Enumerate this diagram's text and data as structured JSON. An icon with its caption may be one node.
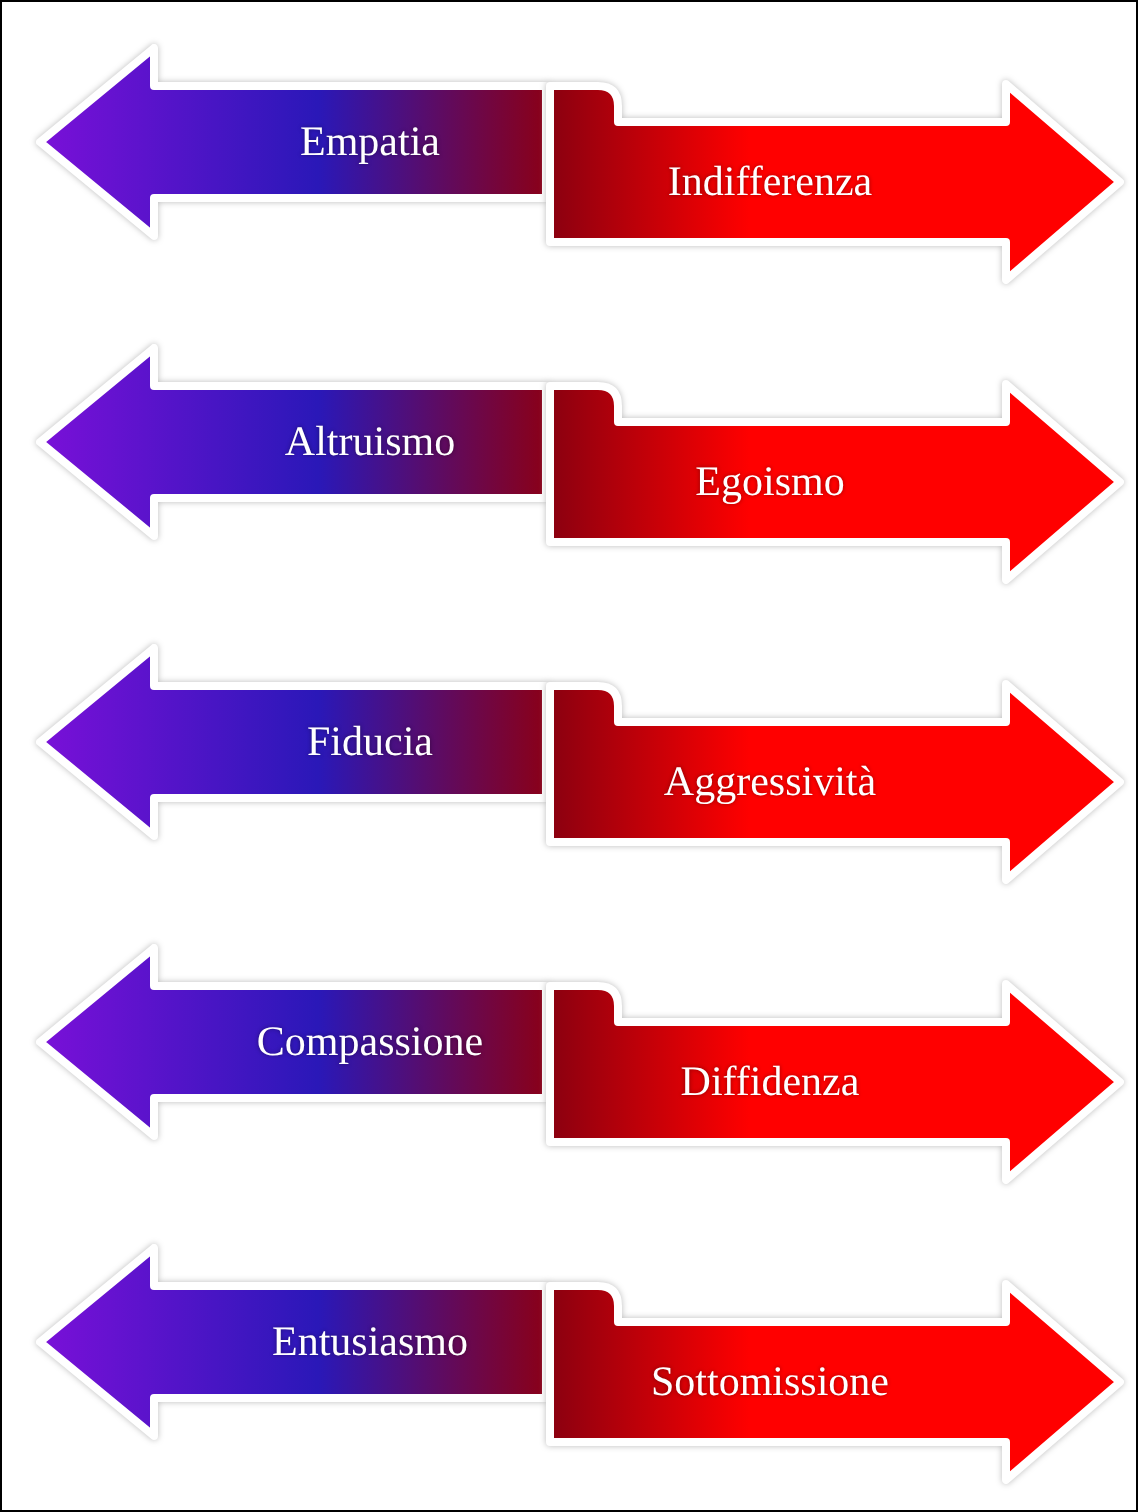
{
  "diagram": {
    "nodes": [
      {
        "text": [
          "Empatia"
        ]
      },
      {
        "text": [
          "Indifferenza"
        ]
      },
      {
        "text": [
          "Altruismo"
        ]
      },
      {
        "text": [
          "Egoismo"
        ]
      },
      {
        "text": [
          "Fiducia"
        ]
      },
      {
        "text": [
          "Aggressività"
        ]
      },
      {
        "text": [
          "Compassione"
        ]
      },
      {
        "text": [
          "Diffidenza"
        ]
      },
      {
        "text": [
          "Entusiasmo"
        ]
      },
      {
        "text": [
          "Sottomissione"
        ]
      }
    ]
  }
}
